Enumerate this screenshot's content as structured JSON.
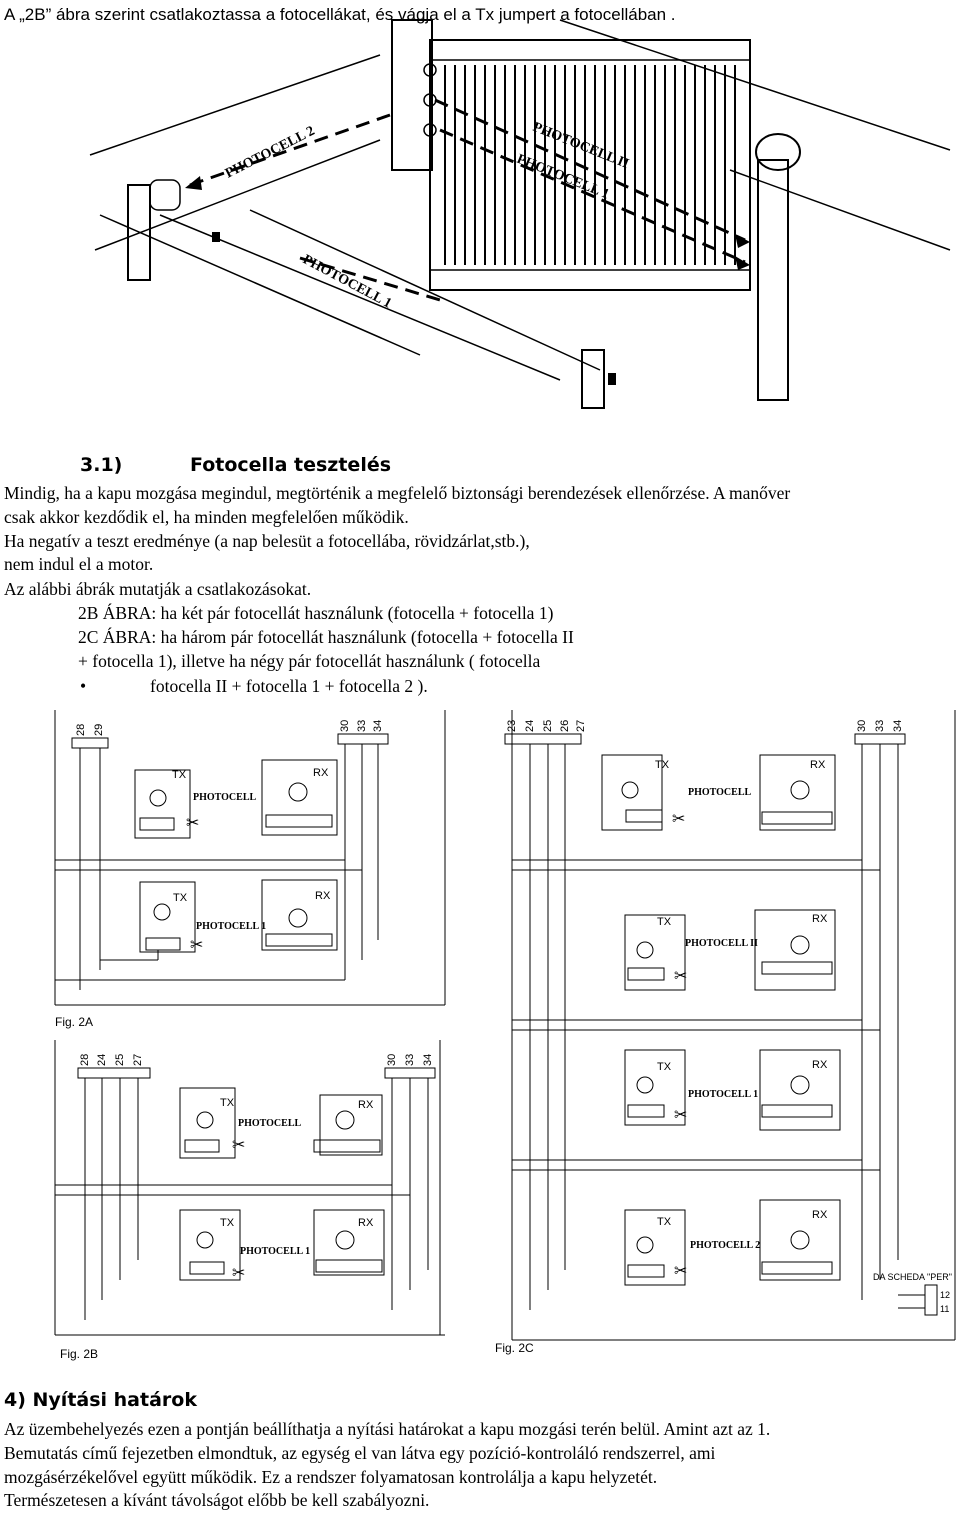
{
  "intro_line": "A „2B” ábra szerint csatlakoztassa a fotocellákat, és vágja el a Tx jumpert a fotocellában .",
  "gate_figure": {
    "labels": [
      "PHOTOCELL 2",
      "PHOTOCELL II",
      "PHOTOCELL 1",
      "PHOTOCELL 1"
    ]
  },
  "section_3_1": {
    "number": "3.1)",
    "title": "Fotocella tesztelés",
    "lines": [
      "Mindig, ha a kapu mozgása megindul, megtörténik a megfelelő biztonsági berendezések ellenőrzése. A manőver",
      "csak akkor kezdődik el, ha minden megfelelően működik.",
      "Ha negatív a teszt eredménye (a nap belesüt a fotocellába, rövidzárlat,stb.),",
      "nem indul el a motor.",
      "Az alábbi ábrák mutatják a csatlakozásokat."
    ],
    "indented_lines": [
      "2B ÁBRA: ha két pár fotocellát használunk (fotocella + fotocella 1)",
      "2C ÁBRA: ha három pár fotocellát használunk (fotocella + fotocella II",
      "+ fotocella 1), illetve ha négy pár fotocellát használunk ( fotocella"
    ],
    "bullet": "•",
    "bullet_text": "fotocella II + fotocella 1 + fotocella 2 )."
  },
  "wiring": {
    "tx": "TX",
    "rx": "RX",
    "fig2a": {
      "caption": "Fig. 2A",
      "terminals_left": [
        "28",
        "29"
      ],
      "terminals_right": [
        "30",
        "33",
        "34"
      ],
      "pairs": [
        "PHOTOCELL",
        "PHOTOCELL 1"
      ]
    },
    "fig2b": {
      "caption": "Fig. 2B",
      "terminals_left": [
        "28",
        "24",
        "25",
        "27"
      ],
      "terminals_right": [
        "30",
        "33",
        "34"
      ],
      "pairs": [
        "PHOTOCELL",
        "PHOTOCELL 1"
      ]
    },
    "fig2c": {
      "caption": "Fig. 2C",
      "terminals_left": [
        "23",
        "24",
        "25",
        "26",
        "27"
      ],
      "terminals_right": [
        "30",
        "33",
        "34"
      ],
      "pairs": [
        "PHOTOCELL",
        "PHOTOCELL II",
        "PHOTOCELL 1",
        "PHOTOCELL 2"
      ],
      "scheda": "DA SCHEDA \"PER\"",
      "scheda_terminals": [
        "12",
        "11"
      ]
    }
  },
  "section_4": {
    "title": "4) Nyítási határok",
    "lines": [
      "Az üzembehelyezés ezen a pontján beállíthatja a nyítási határokat a kapu mozgási terén belül. Amint azt az 1.",
      "Bemutatás című fejezetben elmondtuk, az egység el van látva egy pozíció-kontroláló rendszerrel, ami",
      "mozgásérzékelővel együtt működik. Ez a rendszer folyamatosan kontrolálja a kapu helyzetét.",
      "Természetesen a kívánt távolságot előbb be kell szabályozni."
    ]
  }
}
